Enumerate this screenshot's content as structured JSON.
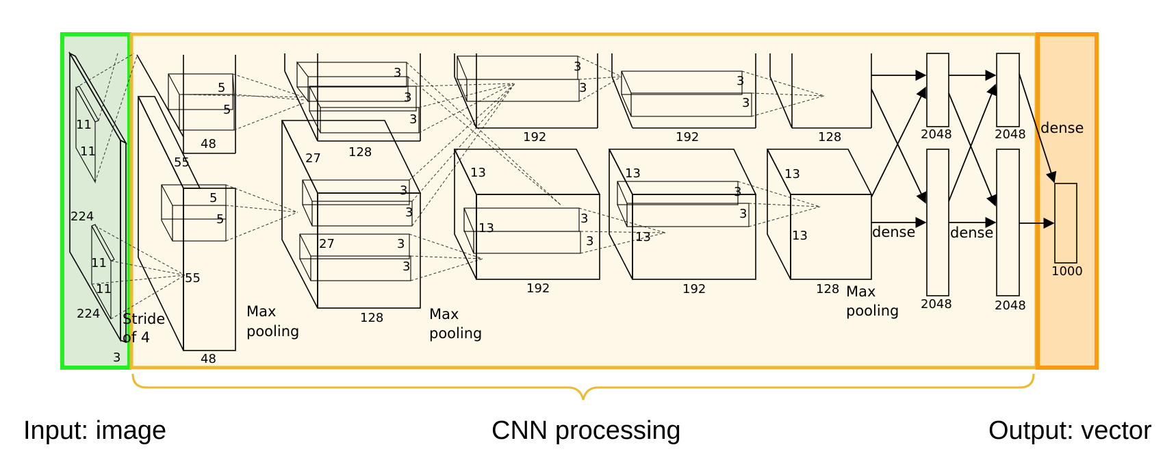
{
  "sections": {
    "input": {
      "caption": "Input: image",
      "color": "#22ee22",
      "fill": "#dcebd6"
    },
    "cnn": {
      "caption": "CNN processing",
      "color": "#f0b830",
      "fill": "#fdf8e7"
    },
    "output": {
      "caption": "Output: vector",
      "color": "#ff9910",
      "fill": "#fddfb0"
    }
  },
  "labels": {
    "input": {
      "size_a": "224",
      "size_b": "224",
      "channels": "3",
      "k1": "11",
      "k2": "11",
      "k3": "11",
      "k4": "11",
      "stride": "Stride",
      "stride2": "of 4"
    },
    "conv1": {
      "k_top1": "5",
      "k_top2": "5",
      "k_bot1": "5",
      "k_bot2": "5",
      "size_a": "55",
      "size_b": "55",
      "depth_top": "48",
      "depth_bot": "48"
    },
    "pool1": {
      "line1": "Max",
      "line2": "pooling"
    },
    "conv2": {
      "k1": "3",
      "k2": "3",
      "k3": "3",
      "k4": "3",
      "k5": "3",
      "k6": "3",
      "k7": "3",
      "size_a": "27",
      "size_b": "27",
      "depth_top": "128",
      "depth_bot": "128"
    },
    "pool2": {
      "line1": "Max",
      "line2": "pooling"
    },
    "conv3": {
      "k1": "3",
      "k2": "3",
      "k3": "3",
      "k4": "3",
      "size_a": "13",
      "size_b": "13",
      "depth_top": "192",
      "depth_bot": "192"
    },
    "conv4": {
      "k1": "3",
      "k2": "3",
      "k3": "3",
      "k4": "3",
      "size_a": "13",
      "size_b": "13",
      "depth_top": "192",
      "depth_bot": "192"
    },
    "conv5": {
      "size_a": "13",
      "size_b": "13",
      "depth_top": "128",
      "depth_bot": "128"
    },
    "pool3": {
      "line1": "Max",
      "line2": "pooling"
    },
    "fc": {
      "dense1": "dense",
      "dense2": "dense",
      "dense3": "dense",
      "n1_top": "2048",
      "n1_bot": "2048",
      "n2_top": "2048",
      "n2_bot": "2048",
      "out": "1000"
    }
  }
}
